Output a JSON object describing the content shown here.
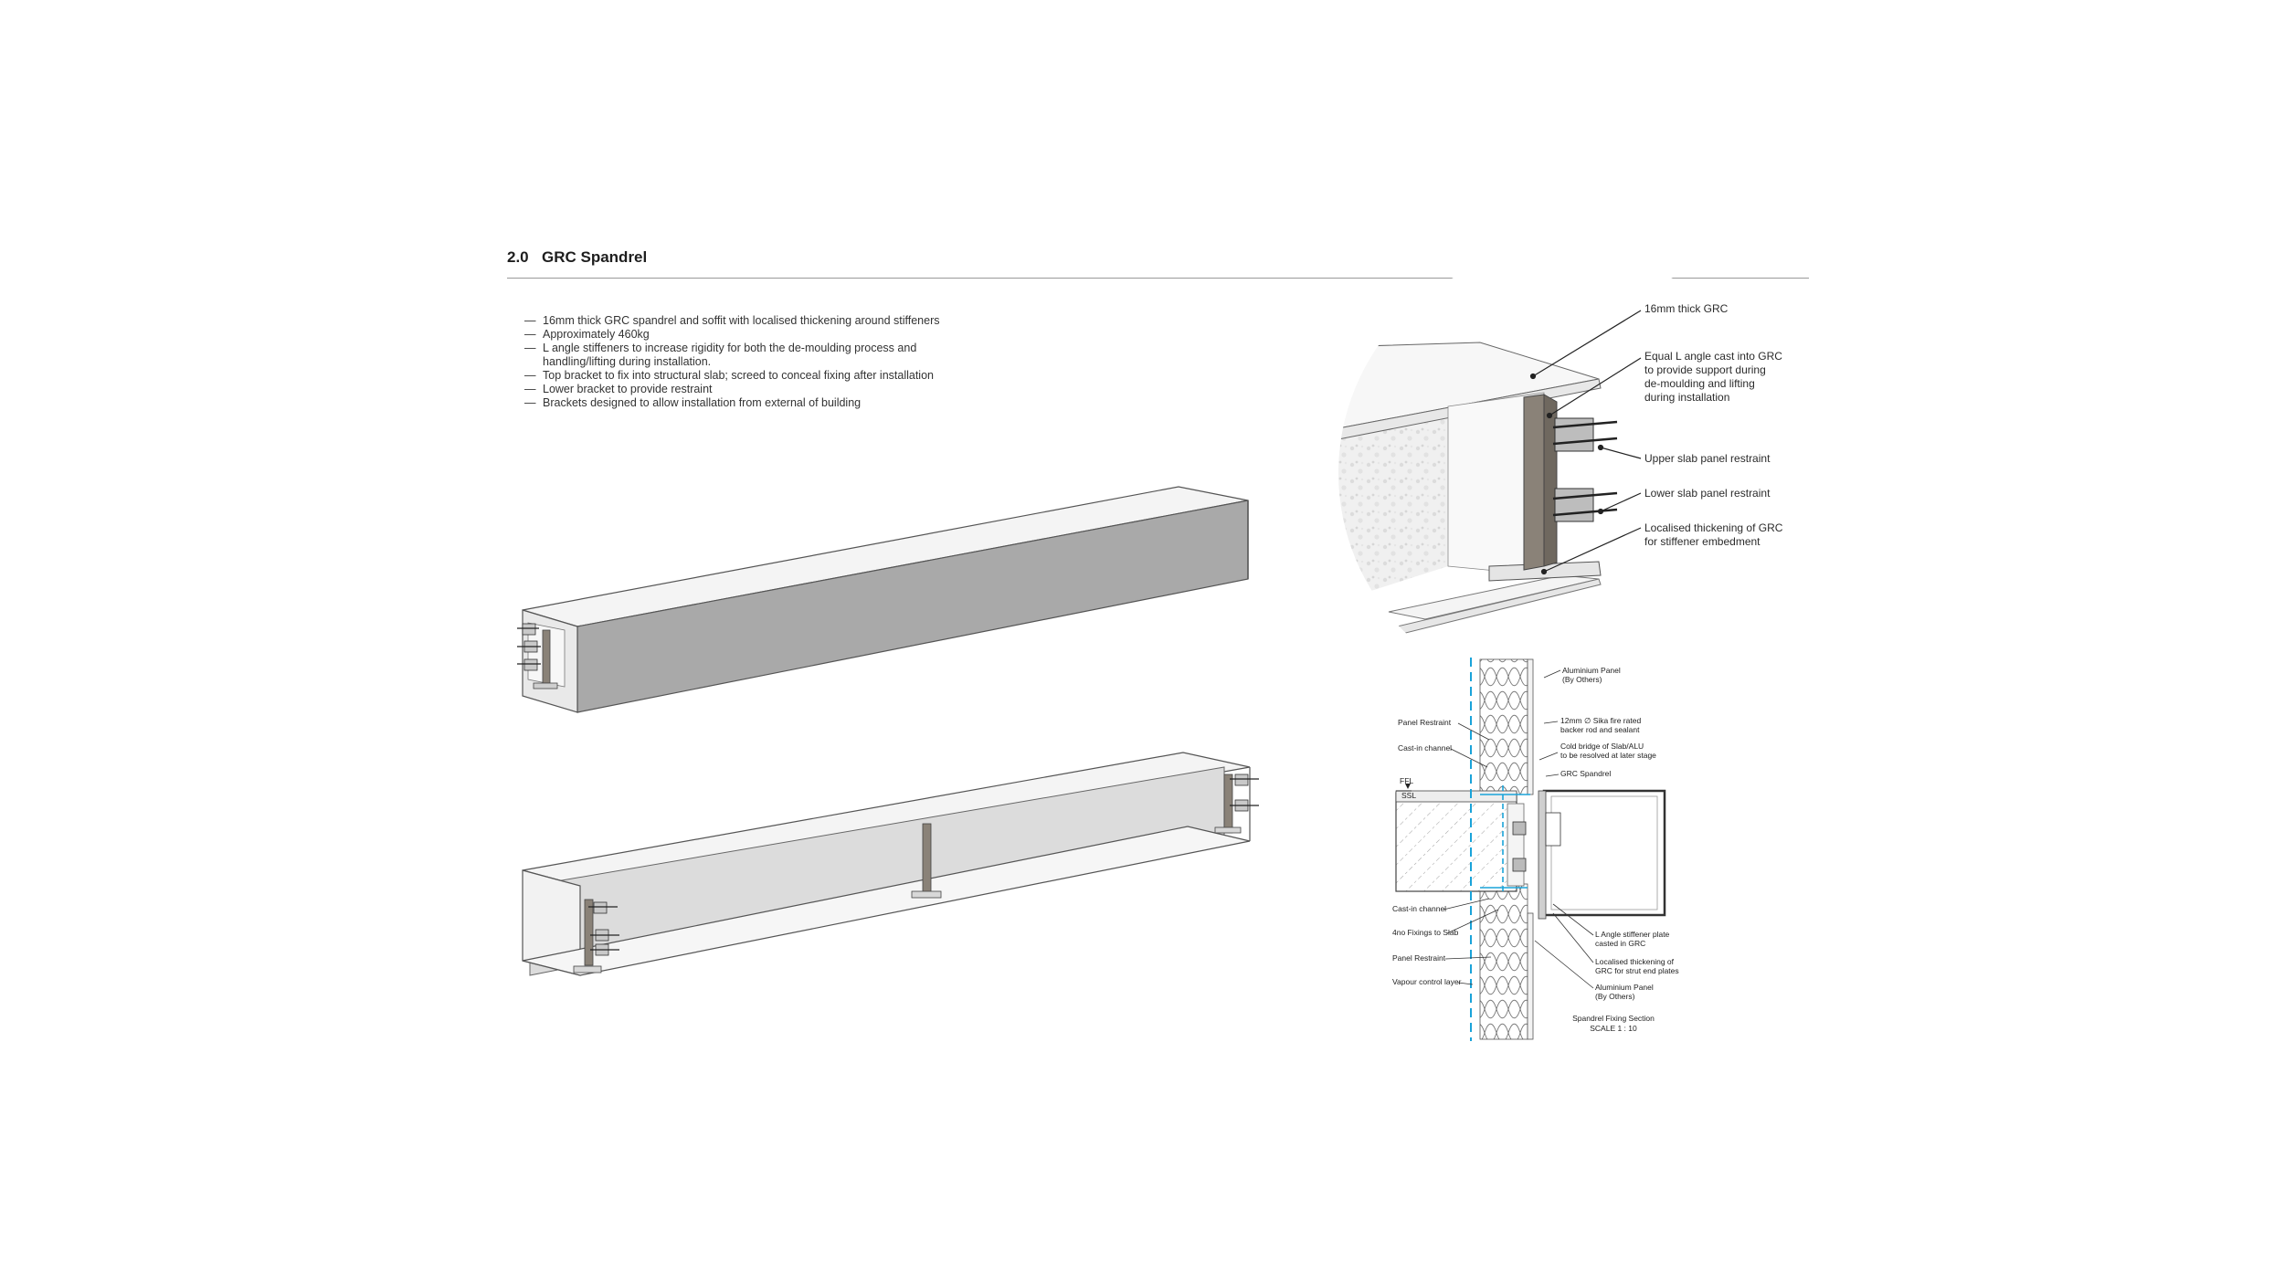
{
  "section": {
    "number": "2.0",
    "title": "GRC Spandrel"
  },
  "bullets": [
    "16mm thick GRC spandrel and soffit with localised thickening around stiffeners",
    "Approximately 460kg",
    "L angle stiffeners to increase rigidity for both the de-moulding process and handling/lifting during installation.",
    "Top bracket to fix into structural slab; screed to conceal fixing after installation",
    "Lower bracket to provide restraint",
    "Brackets designed to allow installation from external of building"
  ],
  "detail_callouts": {
    "grc_thickness": "16mm thick GRC",
    "l_angle": [
      "Equal L angle cast into GRC",
      "to provide support during",
      "de-moulding and lifting",
      "during installation"
    ],
    "upper_restraint": "Upper slab panel restraint",
    "lower_restraint": "Lower slab panel restraint",
    "thickening": [
      "Localised thickening of GRC",
      "for stiffener embedment"
    ]
  },
  "section_labels": {
    "aluminium_panel_top": [
      "Aluminium Panel",
      "(By Others)"
    ],
    "panel_restraint_top": "Panel Restraint",
    "sealant": [
      "12mm ∅ Sika fire rated",
      "backer rod and sealant"
    ],
    "cast_in_channel_top": "Cast-in channel",
    "cold_bridge": [
      "Cold bridge of Slab/ALU",
      "to be resolved at later stage"
    ],
    "grc_spandrel": "GRC Spandrel",
    "ffl": "FFL",
    "ssl": "SSL",
    "cast_in_channel_bottom": "Cast-in channel",
    "fixings": "4no Fixings to Slab",
    "panel_restraint_bottom": "Panel Restraint",
    "vapour": "Vapour control layer",
    "l_angle_plate": [
      "L Angle stiffener plate",
      "casted in GRC"
    ],
    "localised": [
      "Localised thickening of",
      "GRC for strut end plates"
    ],
    "aluminium_panel_bottom": [
      "Aluminium Panel",
      "(By Others)"
    ],
    "caption": "Spandrel Fixing Section",
    "scale": "SCALE 1 : 10"
  },
  "colors": {
    "rule": "#9a9a9a",
    "grc_face": "#a9a9a9",
    "grc_inner": "#dedede",
    "steel": "#8a8278",
    "vcl": "#1aa3d9"
  }
}
